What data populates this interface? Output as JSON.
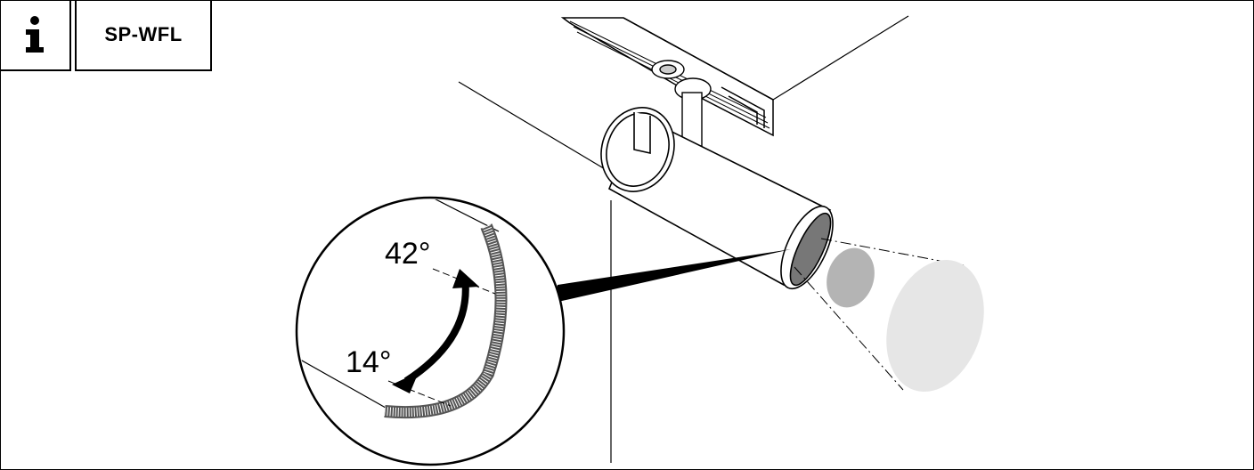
{
  "header": {
    "info_icon": "info-icon",
    "model_label": "SP-WFL"
  },
  "drawing": {
    "angle_max_label": "42°",
    "angle_min_label": "14°",
    "beam_spot_colors": [
      "#b4b4b4",
      "#e6e6e6"
    ]
  }
}
